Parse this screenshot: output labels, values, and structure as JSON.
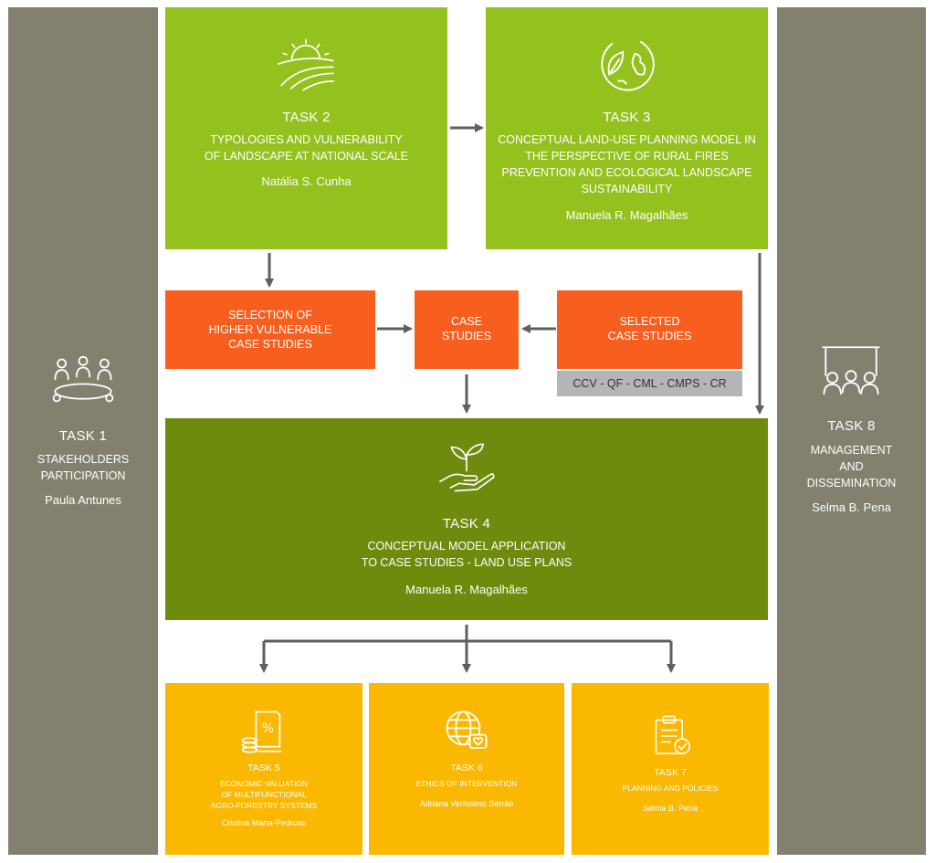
{
  "task1": {
    "title": "TASK 1",
    "lines": [
      "STAKEHOLDERS",
      "PARTICIPATION"
    ],
    "person": "Paula Antunes",
    "icon": "meeting-people-icon"
  },
  "task2": {
    "title": "TASK 2",
    "lines": [
      "TYPOLOGIES AND VULNERABILITY",
      "OF LANDSCAPE AT NATIONAL SCALE"
    ],
    "person": "Natália S. Cunha",
    "icon": "landscape-sun-icon"
  },
  "task3": {
    "title": "TASK 3",
    "lines": [
      "CONCEPTUAL LAND-USE PLANNING MODEL IN",
      "THE PERSPECTIVE OF RURAL FIRES",
      "PREVENTION AND ECOLOGICAL LANDSCAPE",
      "SUSTAINABILITY"
    ],
    "person": "Manuela R. Magalhães",
    "icon": "globe-leaf-icon"
  },
  "task4": {
    "title": "TASK 4",
    "lines": [
      "CONCEPTUAL MODEL APPLICATION",
      "TO CASE STUDIES - LAND USE PLANS"
    ],
    "person": "Manuela R. Magalhães",
    "icon": "hand-sprout-icon"
  },
  "task5": {
    "title": "TASK 5",
    "lines": [
      "ECONOMIC VALUATION",
      "OF MULTIFUNCTIONAL",
      "AGRO-FORESTRY SYSTEMS"
    ],
    "person": "Cristina Marta-Pedroso",
    "icon": "percent-document-icon"
  },
  "task6": {
    "title": "TASK 6",
    "lines": [
      "ETHICS OF INTERVENTION"
    ],
    "person": "Adriana Veríssimo Serrão",
    "icon": "globe-heart-icon"
  },
  "task7": {
    "title": "TASK 7",
    "lines": [
      "PLANNING AND POLICIES"
    ],
    "person": "Selma B. Pena",
    "icon": "clipboard-check-icon"
  },
  "task8": {
    "title": "TASK 8",
    "lines": [
      "MANAGEMENT",
      "AND",
      "DISSEMINATION"
    ],
    "person": "Selma B. Pena",
    "icon": "presentation-audience-icon"
  },
  "selection": {
    "lines": [
      "SELECTION OF",
      "HIGHER VULNERABLE",
      "CASE STUDIES"
    ]
  },
  "case_studies": {
    "lines": [
      "CASE",
      "STUDIES"
    ]
  },
  "selected": {
    "lines": [
      "SELECTED",
      "CASE STUDIES"
    ]
  },
  "codes": "CCV - QF - CML - CMPS - CR",
  "colors": {
    "side": "#838070",
    "green": "#95c11f",
    "dark_green": "#6e8b0e",
    "orange": "#f85f1f",
    "yellow": "#fbb800",
    "gray": "#b5b5b5",
    "arrow": "#5f5f5f"
  }
}
